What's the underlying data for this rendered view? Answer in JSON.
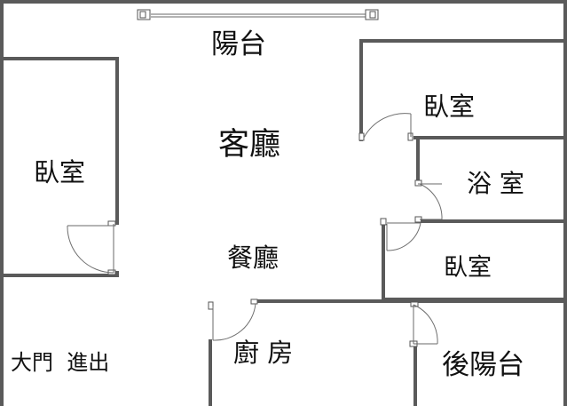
{
  "rooms": {
    "balcony": "陽台",
    "living_room": "客廳",
    "dining_room": "餐廳",
    "bedroom_left": "臥室",
    "bedroom_top_right": "臥室",
    "bathroom": "浴 室",
    "bedroom_mid_right": "臥室",
    "kitchen": "廚 房",
    "back_balcony": "後陽台",
    "entrance": "大門  進出"
  }
}
